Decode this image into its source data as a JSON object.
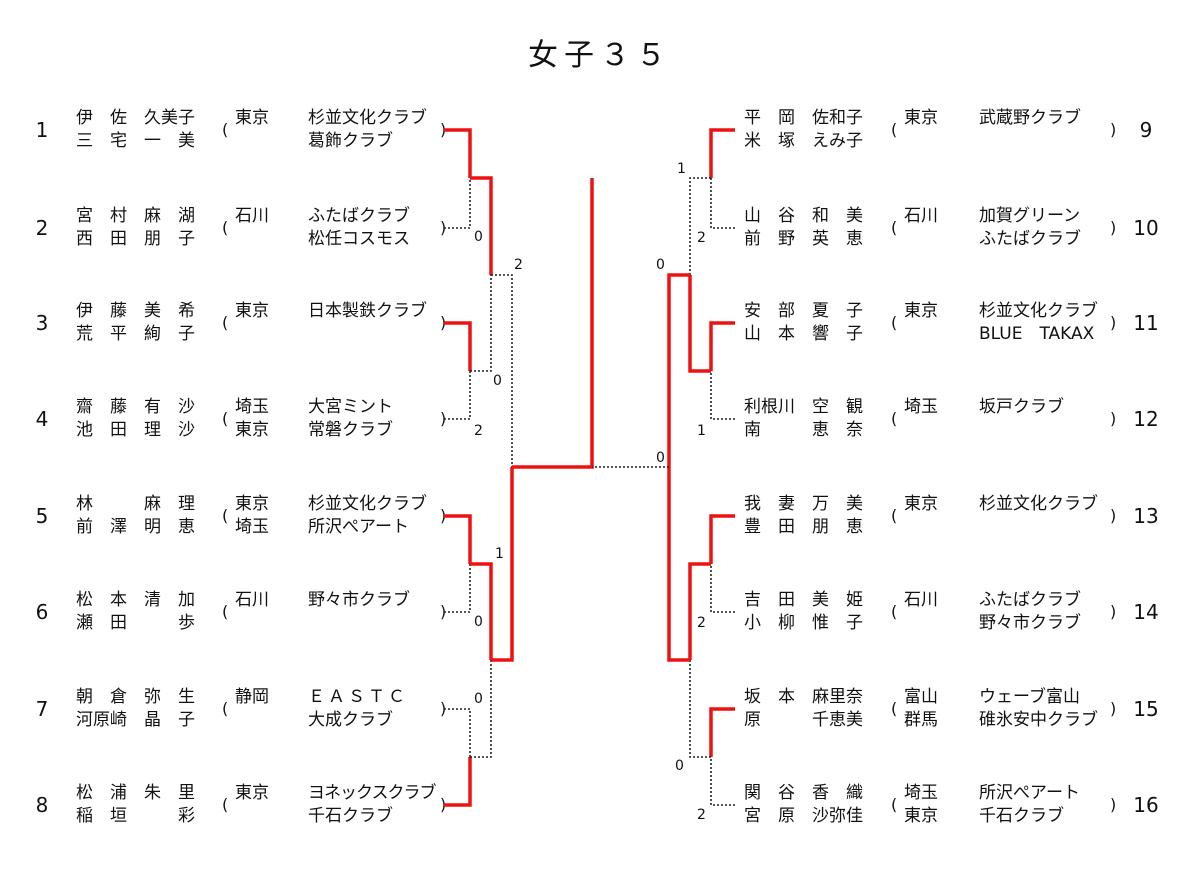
{
  "title": "女子３５",
  "entries": [
    {
      "seed": "1",
      "players": [
        "伊　佐　久美子",
        "三　宅　一　美"
      ],
      "prefs": [
        "東京",
        ""
      ],
      "clubs": [
        "杉並文化クラブ",
        "葛飾クラブ"
      ]
    },
    {
      "seed": "2",
      "players": [
        "宮　村　麻　湖",
        "西　田　朋　子"
      ],
      "prefs": [
        "石川",
        ""
      ],
      "clubs": [
        "ふたばクラブ",
        "松任コスモス"
      ]
    },
    {
      "seed": "3",
      "players": [
        "伊　藤　美　希",
        "荒　平　絢　子"
      ],
      "prefs": [
        "東京",
        ""
      ],
      "clubs": [
        "日本製鉄クラブ",
        ""
      ]
    },
    {
      "seed": "4",
      "players": [
        "齋　藤　有　沙",
        "池　田　理　沙"
      ],
      "prefs": [
        "埼玉",
        "東京"
      ],
      "clubs": [
        "大宮ミント",
        "常磐クラブ"
      ]
    },
    {
      "seed": "5",
      "players": [
        "林　　　麻　理",
        "前　澤　明　恵"
      ],
      "prefs": [
        "東京",
        "埼玉"
      ],
      "clubs": [
        "杉並文化クラブ",
        "所沢ぺアート"
      ]
    },
    {
      "seed": "6",
      "players": [
        "松　本　清　加",
        "瀬　田　　　歩"
      ],
      "prefs": [
        "石川",
        ""
      ],
      "clubs": [
        "野々市クラブ",
        ""
      ]
    },
    {
      "seed": "7",
      "players": [
        "朝　倉　弥　生",
        "河原崎　晶　子"
      ],
      "prefs": [
        "静岡",
        ""
      ],
      "clubs": [
        "ＥＡＳＴＣ",
        "大成クラブ"
      ]
    },
    {
      "seed": "8",
      "players": [
        "松　浦　朱　里",
        "稲　垣　　　彩"
      ],
      "prefs": [
        "東京",
        ""
      ],
      "clubs": [
        "ヨネックスクラブ",
        "千石クラブ"
      ]
    },
    {
      "seed": "9",
      "players": [
        "平　岡　佐和子",
        "米　塚　えみ子"
      ],
      "prefs": [
        "東京",
        ""
      ],
      "clubs": [
        "武蔵野クラブ",
        ""
      ]
    },
    {
      "seed": "10",
      "players": [
        "山　谷　和　美",
        "前　野　英　恵"
      ],
      "prefs": [
        "石川",
        ""
      ],
      "clubs": [
        "加賀グリーン",
        "ふたばクラブ"
      ]
    },
    {
      "seed": "11",
      "players": [
        "安　部　夏　子",
        "山　本　響　子"
      ],
      "prefs": [
        "東京",
        ""
      ],
      "clubs": [
        "杉並文化クラブ",
        "BLUE　TAKAX"
      ]
    },
    {
      "seed": "12",
      "players": [
        "利根川　空　観",
        "南　　　恵　奈"
      ],
      "prefs": [
        "埼玉",
        ""
      ],
      "clubs": [
        "坂戸クラブ",
        ""
      ]
    },
    {
      "seed": "13",
      "players": [
        "我　妻　万　美",
        "豊　田　朋　恵"
      ],
      "prefs": [
        "東京",
        ""
      ],
      "clubs": [
        "杉並文化クラブ",
        ""
      ]
    },
    {
      "seed": "14",
      "players": [
        "吉　田　美　姫",
        "小　柳　惟　子"
      ],
      "prefs": [
        "石川",
        ""
      ],
      "clubs": [
        "ふたばクラブ",
        "野々市クラブ"
      ]
    },
    {
      "seed": "15",
      "players": [
        "坂　本　麻里奈",
        "原　　　千恵美"
      ],
      "prefs": [
        "富山",
        "群馬"
      ],
      "clubs": [
        "ウェーブ富山",
        "碓氷安中クラブ"
      ]
    },
    {
      "seed": "16",
      "players": [
        "関　谷　香　織",
        "宮　原　沙弥佳"
      ],
      "prefs": [
        "埼玉",
        "東京"
      ],
      "clubs": [
        "所沢ぺアート",
        "千石クラブ"
      ]
    }
  ],
  "scores": {
    "r1_1_2": [
      "0"
    ],
    "r1_3_4": [
      "0",
      "2"
    ],
    "r1_5_6": [
      "1",
      "0"
    ],
    "r1_7_8": [
      "0"
    ],
    "r2_top": [
      "2"
    ],
    "final_left": [],
    "final_right": [
      "0"
    ],
    "r1_9_10": [
      "1",
      "2"
    ],
    "r1_11_12": [
      "1"
    ],
    "r1_13_14": [
      "2"
    ],
    "r1_15_16": [
      "0",
      "2"
    ],
    "r2_right_top": [
      "0"
    ],
    "r2_right_bottom": []
  },
  "score_list": [
    "0",
    "2",
    "0",
    "2",
    "1",
    "0",
    "0",
    "1",
    "2",
    "0",
    "1",
    "2",
    "0",
    "2",
    "0"
  ],
  "colors": {
    "winner_line": "#ee1111",
    "loser_line": "#222222"
  }
}
